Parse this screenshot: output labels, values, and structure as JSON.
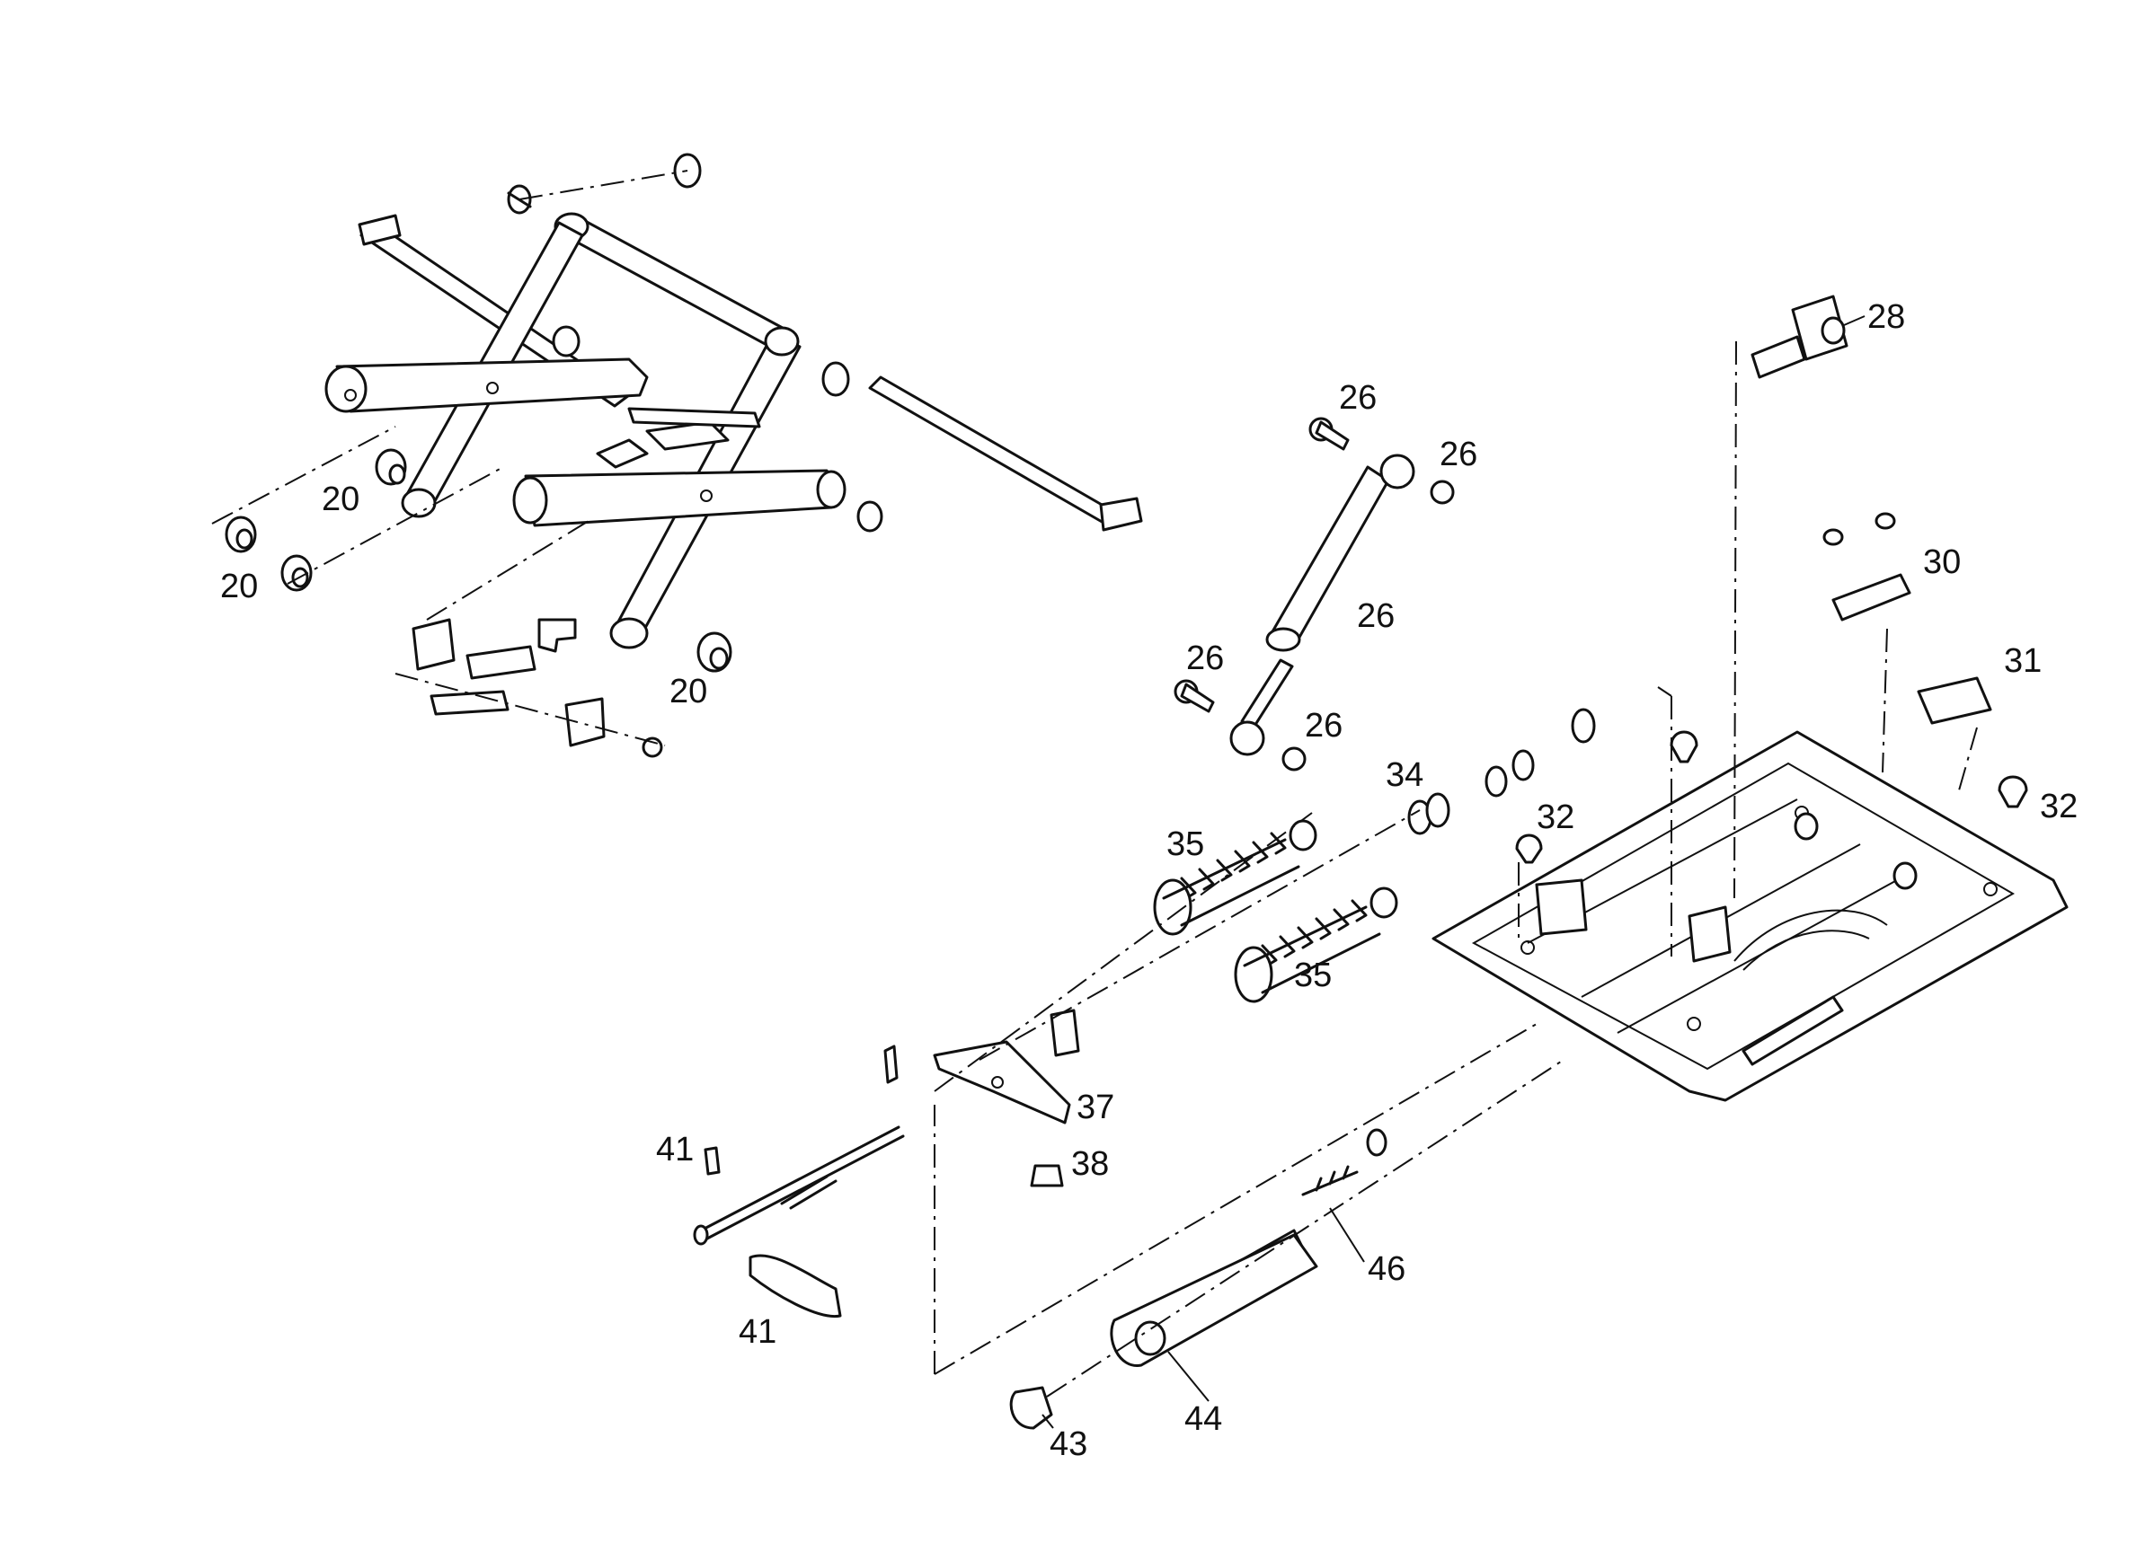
{
  "labels": {
    "p20_a": "20",
    "p20_b": "20",
    "p20_c": "20",
    "p26_a": "26",
    "p26_b": "26",
    "p26_c": "26",
    "p26_d": "26",
    "p26_e": "26",
    "p28": "28",
    "p30": "30",
    "p31": "31",
    "p32_a": "32",
    "p32_b": "32",
    "p34": "34",
    "p35_a": "35",
    "p35_b": "35",
    "p37": "37",
    "p38": "38",
    "p41_a": "41",
    "p41_b": "41",
    "p43": "43",
    "p44": "44",
    "p46": "46"
  }
}
